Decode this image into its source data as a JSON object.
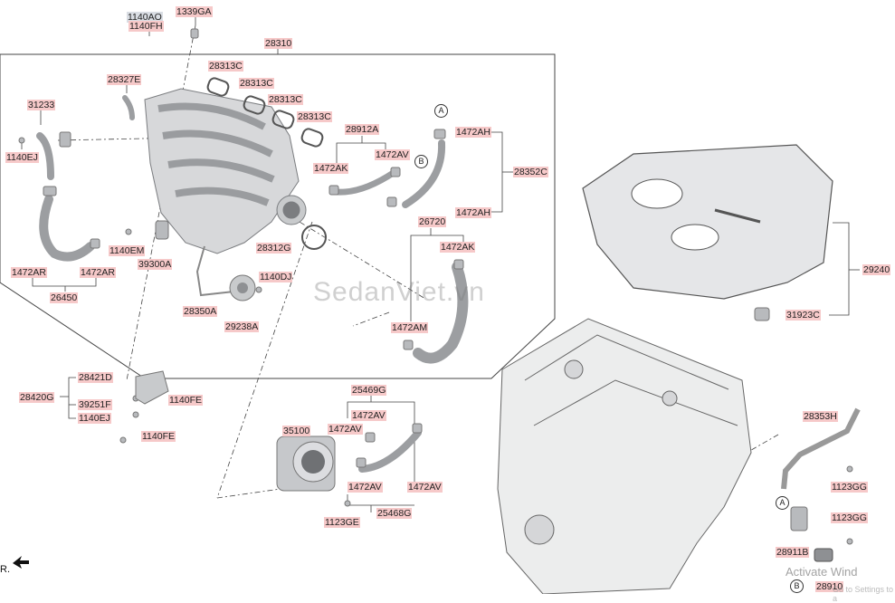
{
  "labels": {
    "l1140AO": "1140AO",
    "l1140FH": "1140FH",
    "l1339GA": "1339GA",
    "l28310": "28310",
    "l28327E": "28327E",
    "l28313C_1": "28313C",
    "l28313C_2": "28313C",
    "l28313C_3": "28313C",
    "l28313C_4": "28313C",
    "l31233": "31233",
    "l1140EJ_1": "1140EJ",
    "l28912A": "28912A",
    "l1472AV_1": "1472AV",
    "l1472AK_1": "1472AK",
    "l1472AH_1": "1472AH",
    "l28352C": "28352C",
    "l1472AH_2": "1472AH",
    "l26720": "26720",
    "l1472AK_2": "1472AK",
    "l1140EM": "1140EM",
    "l39300A": "39300A",
    "l28312G": "28312G",
    "l1472AR_1": "1472AR",
    "l1472AR_2": "1472AR",
    "l26450": "26450",
    "l1140DJ": "1140DJ",
    "l28350A": "28350A",
    "l29238A": "29238A",
    "l1472AM": "1472AM",
    "l29240": "29240",
    "l31923C": "31923C",
    "l28421D": "28421D",
    "l28420G": "28420G",
    "l39251F": "39251F",
    "l1140FE_1": "1140FE",
    "l1140EJ_2": "1140EJ",
    "l1140FE_2": "1140FE",
    "l25469G": "25469G",
    "l35100": "35100",
    "l1472AV_2": "1472AV",
    "l1472AV_3": "1472AV",
    "l1472AV_4": "1472AV",
    "l1472AV_5": "1472AV",
    "l25468G": "25468G",
    "l1123GE": "1123GE",
    "l28353H": "28353H",
    "l1123GG_1": "1123GG",
    "l1123GG_2": "1123GG",
    "l28911B": "28911B",
    "l28910": "28910"
  },
  "markers": {
    "a1": "A",
    "b1": "B",
    "a2": "A",
    "b2": "B"
  },
  "watermark": "SedanViet.vn",
  "activate": {
    "line1": "Activate Wind",
    "line2": "Go to Settings to a"
  },
  "front_text": "R."
}
